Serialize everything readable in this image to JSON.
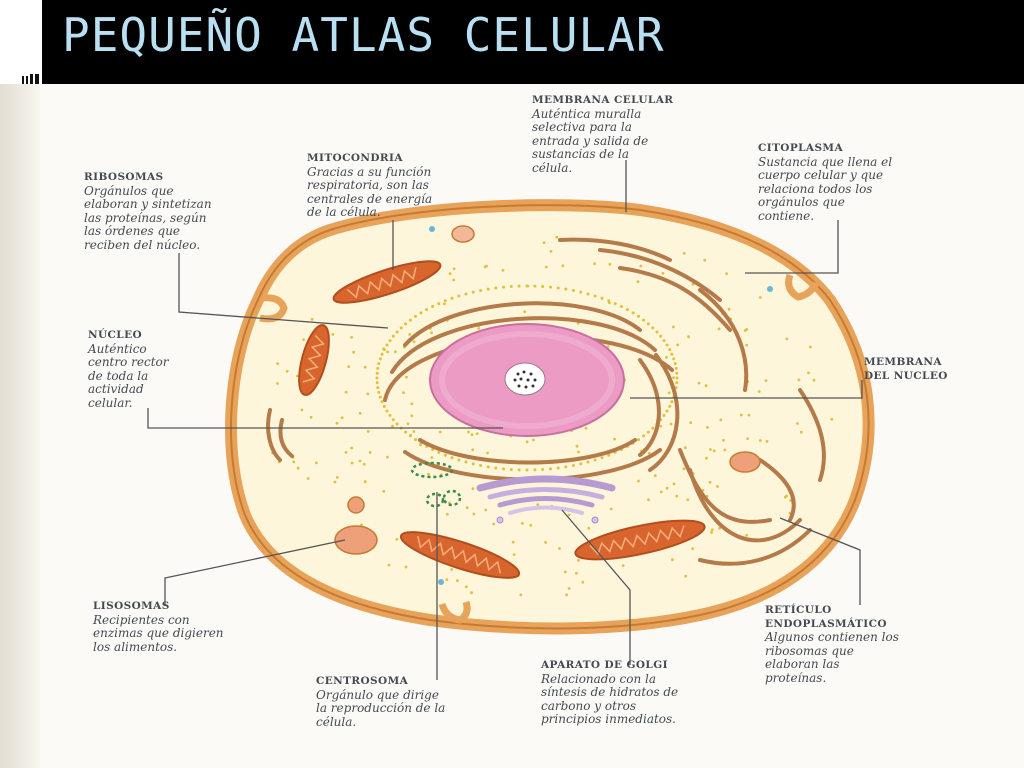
{
  "slide": {
    "title": "PEQUEÑO ATLAS CELULAR"
  },
  "labels": {
    "ribosomas": {
      "title": "RIBOSOMAS",
      "desc": "Orgánulos que\nelaboran y sintetizan\nlas proteínas, según\nlas órdenes que\nreciben del núcleo."
    },
    "mitocondria": {
      "title": "MITOCONDRIA",
      "desc": "Gracias a su función\nrespiratoria, son las\ncentrales de energía\nde la célula."
    },
    "membrana_celular": {
      "title": "MEMBRANA CELULAR",
      "desc": "Auténtica muralla\nselectiva para la\nentrada y salida de\nsustancias de la\ncélula."
    },
    "citoplasma": {
      "title": "CITOPLASMA",
      "desc": "Sustancia que llena el\ncuerpo celular y que\nrelaciona todos los\norgánulos que\ncontiene."
    },
    "nucleo": {
      "title": "NÚCLEO",
      "desc": "Auténtico\ncentro rector\nde toda la\nactividad\ncelular."
    },
    "membrana_nucleo": {
      "title": "MEMBRANA\nDEL NUCLEO",
      "desc": ""
    },
    "lisosomas": {
      "title": "LISOSOMAS",
      "desc": "Recipientes con\nenzimas que digieren\nlos alimentos."
    },
    "reticulo": {
      "title": "RETÍCULO\nENDOPLASMÁTICO",
      "desc": "Algunos contienen los\nribosomas que\nelaboran las\nproteínas."
    },
    "centrosoma": {
      "title": "CENTROSOMA",
      "desc": "Orgánulo que dirige\nla reproducción de la\ncélula."
    },
    "golgi": {
      "title": "APARATO DE GOLGI",
      "desc": "Relacionado con la\nsíntesis de hidratos de\ncarbono y otros\nprincipios inmediatos."
    }
  },
  "colors": {
    "membrane": "#e8a35a",
    "membrane_dark": "#c77a32",
    "cytoplasm": "#fdf6da",
    "mitochondria": "#d9652e",
    "nucleus": "#ec9bc4",
    "golgi": "#b79ad2",
    "centrosome": "#3c8a4a",
    "ribosome_dots": "#e0c03c",
    "leader_lines": "#555555"
  }
}
